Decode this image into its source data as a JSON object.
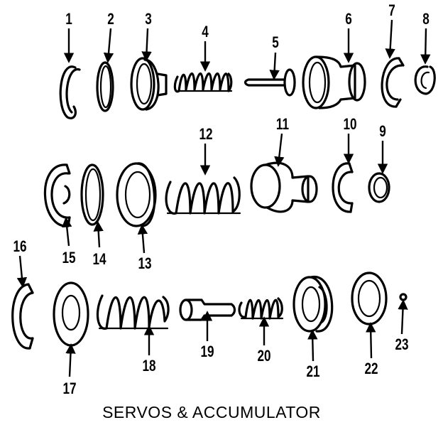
{
  "title": "SERVOS & ACCUMULATOR",
  "callouts": [
    "1",
    "2",
    "3",
    "4",
    "5",
    "6",
    "7",
    "8",
    "9",
    "10",
    "11",
    "12",
    "13",
    "14",
    "15",
    "16",
    "17",
    "18",
    "19",
    "20",
    "21",
    "22",
    "23"
  ]
}
